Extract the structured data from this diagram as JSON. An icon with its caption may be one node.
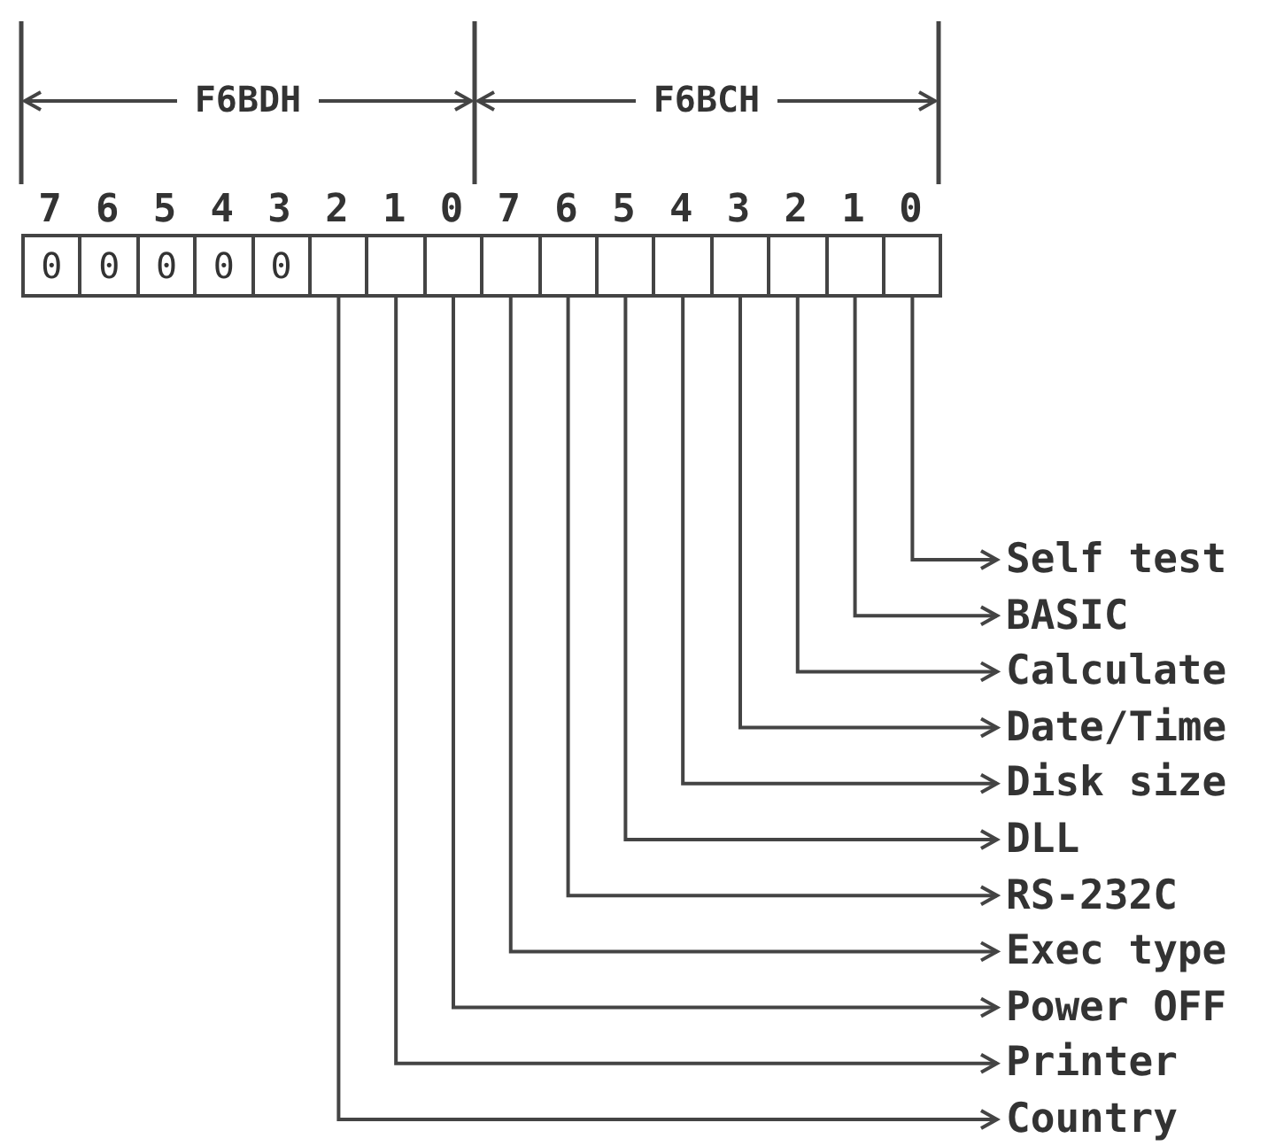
{
  "diagram": {
    "nodes": [
      {
        "text": [
          "0"
        ]
      },
      {
        "text": [
          "0"
        ]
      },
      {
        "text": [
          "0"
        ]
      },
      {
        "text": [
          "0"
        ]
      },
      {
        "text": [
          "0"
        ]
      },
      {
        "text": [],
        "shape": "box"
      },
      {
        "text": [],
        "shape": "box"
      },
      {
        "text": [],
        "shape": "box"
      },
      {
        "text": [],
        "shape": "box"
      },
      {
        "text": [],
        "shape": "box"
      },
      {
        "text": [],
        "shape": "box"
      },
      {
        "text": [],
        "shape": "box"
      },
      {
        "text": [],
        "shape": "box"
      },
      {
        "text": [],
        "shape": "box"
      },
      {
        "text": [],
        "shape": "box"
      },
      {
        "text": [],
        "shape": "box"
      },
      {
        "text": [
          "Self test"
        ]
      },
      {
        "text": [
          "BASIC"
        ]
      },
      {
        "text": [
          "Calculate"
        ]
      },
      {
        "text": [
          "Date/Time"
        ]
      },
      {
        "text": [
          "Disk size"
        ]
      },
      {
        "text": [
          "DLL"
        ]
      },
      {
        "text": [
          "RS-232C"
        ]
      },
      {
        "text": [
          "Exec type"
        ]
      },
      {
        "text": [
          "Power OFF"
        ]
      },
      {
        "text": [
          "Printer"
        ]
      },
      {
        "text": [
          "Country"
        ]
      }
    ],
    "edges": [
      {
        "from": 15,
        "to": 16,
        "arrow": "to"
      },
      {
        "from": 14,
        "to": 17,
        "arrow": "to"
      },
      {
        "from": 13,
        "to": 18,
        "arrow": "to"
      },
      {
        "from": 12,
        "to": 19,
        "arrow": "to"
      },
      {
        "from": 11,
        "to": 20,
        "arrow": "to"
      },
      {
        "from": 10,
        "to": 21,
        "arrow": "to"
      },
      {
        "from": 9,
        "to": 22,
        "arrow": "to"
      },
      {
        "from": 8,
        "to": 23,
        "arrow": "to"
      },
      {
        "from": 7,
        "to": 24,
        "arrow": "to"
      },
      {
        "from": 6,
        "to": 25,
        "arrow": "to"
      },
      {
        "from": 5,
        "to": 26,
        "arrow": "to"
      }
    ],
    "labels": [
      "F6BDH",
      "F6BCH",
      "7",
      "6",
      "5",
      "4",
      "3",
      "2",
      "1",
      "0",
      "7",
      "6",
      "5",
      "4",
      "3",
      "2",
      "1",
      "0"
    ]
  }
}
